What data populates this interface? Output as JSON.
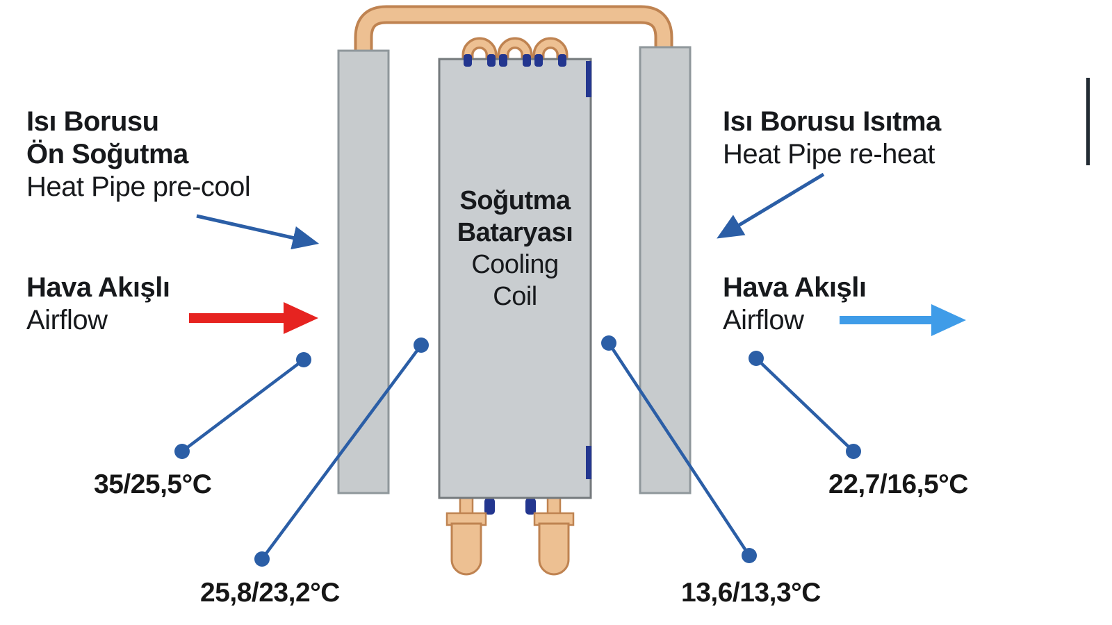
{
  "labels": {
    "precool": {
      "line1": "Isı Borusu",
      "line2": "Ön Soğutma",
      "line3": "Heat Pipe pre-cool"
    },
    "airflow_in": {
      "line1": "Hava Akışlı",
      "line2": "Airflow"
    },
    "reheat": {
      "line1": "Isı Borusu Isıtma",
      "line2": "Heat Pipe re-heat"
    },
    "airflow_out": {
      "line1": "Hava Akışlı",
      "line2": "Airflow"
    },
    "coil": {
      "line1": "Soğutma",
      "line2": "Bataryası",
      "line3": "Cooling",
      "line4": "Coil"
    }
  },
  "temperatures": {
    "inlet": "35/25,5°C",
    "after_precool": "25,8/23,2°C",
    "after_coil": "13,6/13,3°C",
    "outlet": "22,7/16,5°C"
  },
  "colors": {
    "callout_blue": "#2b5ea6",
    "airflow_in_red": "#e62320",
    "airflow_out_blue": "#3f9ce8",
    "copper_fill": "#edc092",
    "copper_outline": "#bf8351",
    "slab_gray": "#c7cbcd",
    "slab_border": "#8f979b",
    "coil_accent_blue": "#23368f",
    "text": "#17191c"
  }
}
